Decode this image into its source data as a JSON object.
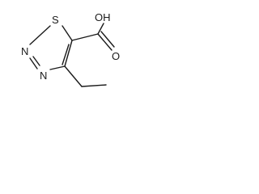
{
  "molecule": {
    "atoms": {
      "sulfur": "S",
      "nitrogen_top": "N",
      "nitrogen_bottom": "N",
      "hydroxyl": "OH",
      "carbonyl_oxygen": "O"
    }
  },
  "colors": {
    "bond": "#1a1a1a",
    "label": "#1a1a1a",
    "background": "#ffffff"
  }
}
